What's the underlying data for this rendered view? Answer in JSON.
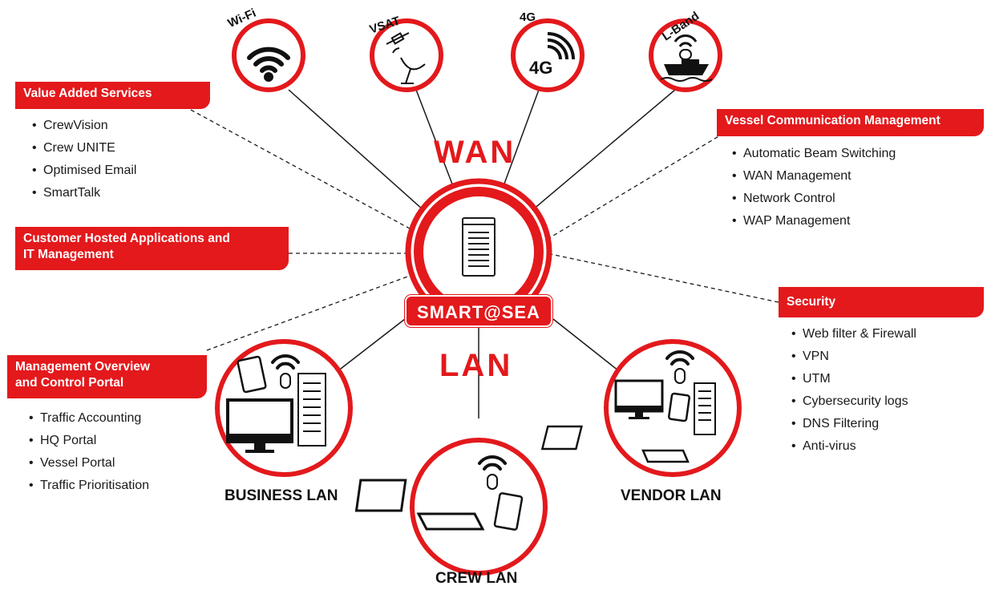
{
  "wan": {
    "title": "WAN",
    "links": [
      {
        "label": "Wi-Fi",
        "icon": "wifi-icon"
      },
      {
        "label": "VSAT",
        "icon": "satellite-dish-icon"
      },
      {
        "label": "4G",
        "icon": "4g-signal-icon"
      },
      {
        "label": "L-Band",
        "icon": "ship-antenna-icon"
      }
    ]
  },
  "lan": {
    "title": "LAN",
    "segments": [
      {
        "label": "BUSINESS LAN"
      },
      {
        "label": "CREW LAN"
      },
      {
        "label": "VENDOR LAN"
      }
    ]
  },
  "hub": {
    "brand": "SMART@SEA",
    "icon": "server-icon"
  },
  "panels": {
    "value_added": {
      "title": "Value Added Services",
      "items": [
        "CrewVision",
        "Crew UNITE",
        "Optimised Email",
        "SmartTalk"
      ]
    },
    "customer_hosted": {
      "title_line1": "Customer Hosted Applications and",
      "title_line2": "IT Management"
    },
    "management": {
      "title_line1": "Management Overview",
      "title_line2": "and Control Portal",
      "items": [
        "Traffic Accounting",
        "HQ Portal",
        "Vessel Portal",
        "Traffic Prioritisation"
      ]
    },
    "vessel_comm": {
      "title": "Vessel Communication Management",
      "items": [
        "Automatic Beam Switching",
        "WAN Management",
        "Network Control",
        "WAP Management"
      ]
    },
    "security": {
      "title": "Security",
      "items": [
        "Web filter & Firewall",
        "VPN",
        "UTM",
        "Cybersecurity logs",
        "DNS Filtering",
        "Anti-virus"
      ]
    }
  },
  "colors": {
    "accent": "#e3191c",
    "text": "#1a1a1a",
    "background": "#ffffff"
  }
}
